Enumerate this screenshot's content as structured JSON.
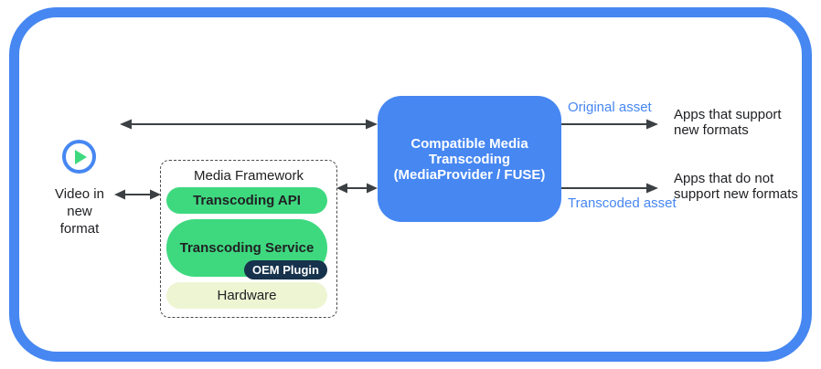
{
  "source": {
    "label": "Video in\nnew\nformat"
  },
  "framework": {
    "title": "Media Framework",
    "api_label": "Transcoding API",
    "service_label": "Transcoding Service",
    "oem_label": "OEM Plugin",
    "hardware_label": "Hardware"
  },
  "transcoder": {
    "label": "Compatible Media\nTranscoding\n(MediaProvider / FUSE)"
  },
  "outputs": {
    "original": {
      "asset_label": "Original asset",
      "target": "Apps that support\nnew formats"
    },
    "transcoded": {
      "asset_label": "Transcoded asset",
      "target": "Apps that do not\nsupport new formats"
    }
  },
  "colors": {
    "accent-blue": "#4687f2",
    "green": "#3ed97f",
    "pale-yellow": "#eef5d3",
    "navy": "#16324c",
    "arrow": "#3c4043",
    "text-dark": "#202124"
  }
}
